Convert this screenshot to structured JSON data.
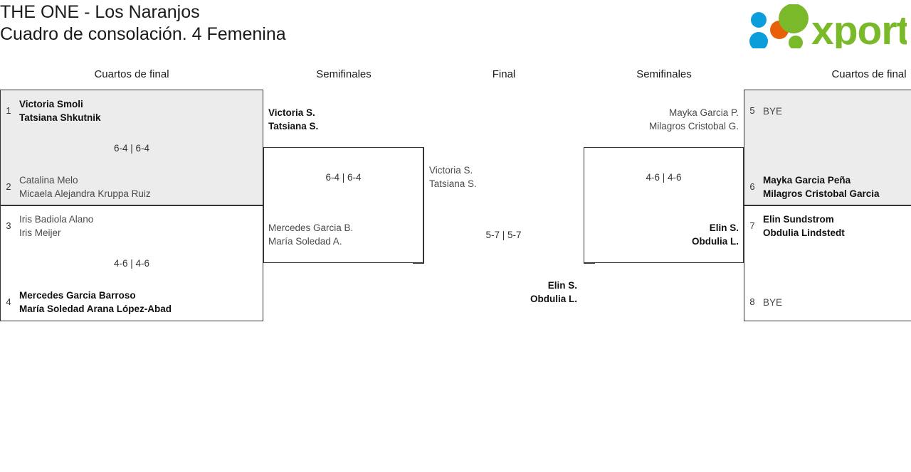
{
  "header": {
    "title_line1": "THE ONE - Los Naranjos",
    "title_line2": "Cuadro de consolación. 4 Femenina",
    "logo_text": "xporty",
    "logo_colors": {
      "green": "#7ab929",
      "orange": "#e8610a",
      "blue": "#0c9ddb"
    }
  },
  "rounds": [
    {
      "id": "qf-left",
      "label": "Cuartos de final"
    },
    {
      "id": "sf-left",
      "label": "Semifinales"
    },
    {
      "id": "final",
      "label": "Final"
    },
    {
      "id": "sf-right",
      "label": "Semifinales"
    },
    {
      "id": "qf-right",
      "label": "Cuartos de final"
    }
  ],
  "bracket": {
    "quarterfinals_left": [
      {
        "score": "6-4 | 6-4",
        "shaded": true,
        "top": {
          "seed": "1",
          "line1": "Victoria Smoli",
          "line2": "Tatsiana Shkutnik",
          "winner": true
        },
        "bottom": {
          "seed": "2",
          "line1": "Catalina Melo",
          "line2": "Micaela Alejandra Kruppa Ruiz",
          "winner": false
        }
      },
      {
        "score": "4-6 | 4-6",
        "shaded": false,
        "top": {
          "seed": "3",
          "line1": "Iris Badiola Alano",
          "line2": "Iris Meijer",
          "winner": false
        },
        "bottom": {
          "seed": "4",
          "line1": "Mercedes Garcia Barroso",
          "line2": "María Soledad Arana López-Abad",
          "winner": true
        }
      }
    ],
    "semifinal_left": {
      "score": "6-4 | 6-4",
      "top": {
        "line1": "Victoria S.",
        "line2": "Tatsiana S.",
        "winner": true
      },
      "bottom": {
        "line1": "Mercedes Garcia B.",
        "line2": "María Soledad A.",
        "winner": false
      }
    },
    "final": {
      "score": "5-7 | 5-7",
      "top": {
        "line1": "Victoria S.",
        "line2": "Tatsiana S.",
        "winner": false
      },
      "bottom": {
        "line1": "Elin S.",
        "line2": "Obdulia L.",
        "winner": true
      }
    },
    "semifinal_right": {
      "score": "4-6 | 4-6",
      "top": {
        "line1": "Mayka Garcia P.",
        "line2": "Milagros Cristobal G.",
        "winner": false
      },
      "bottom": {
        "line1": "Elin S.",
        "line2": "Obdulia L.",
        "winner": true
      }
    },
    "quarterfinals_right": [
      {
        "score": "",
        "shaded": true,
        "top": {
          "seed": "5",
          "line1": "BYE",
          "line2": "",
          "winner": false,
          "bye": true
        },
        "bottom": {
          "seed": "6",
          "line1": "Mayka Garcia Peña",
          "line2": "Milagros Cristobal Garcia",
          "winner": true
        }
      },
      {
        "score": "",
        "shaded": false,
        "top": {
          "seed": "7",
          "line1": "Elin Sundstrom",
          "line2": "Obdulia Lindstedt",
          "winner": true
        },
        "bottom": {
          "seed": "8",
          "line1": "BYE",
          "line2": "",
          "winner": false,
          "bye": true
        }
      }
    ]
  }
}
